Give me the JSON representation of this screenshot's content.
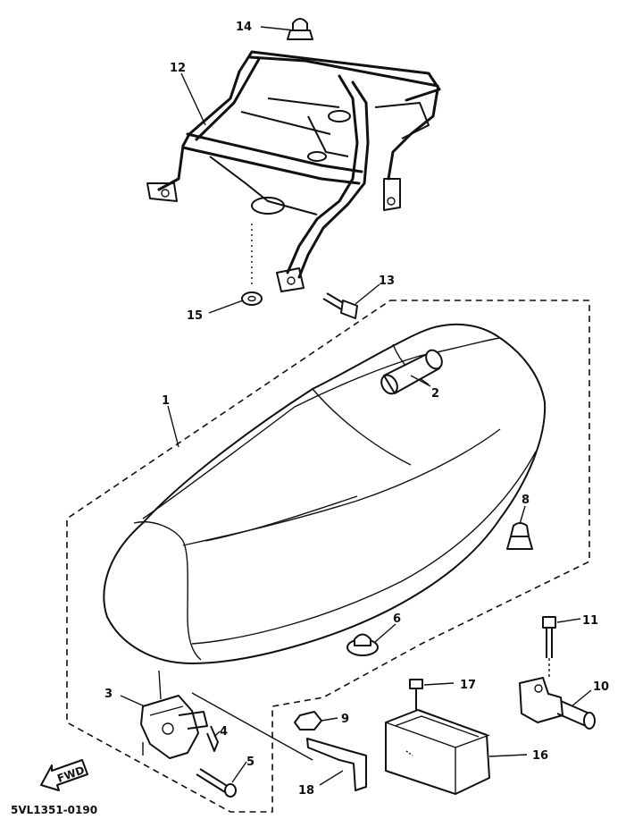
{
  "callouts": [
    {
      "id": "1",
      "part": "seat"
    },
    {
      "id": "2",
      "part": "tube"
    },
    {
      "id": "3",
      "part": "seat-lock-bracket"
    },
    {
      "id": "4",
      "part": "spring-clip"
    },
    {
      "id": "5",
      "part": "pin"
    },
    {
      "id": "6",
      "part": "damper"
    },
    {
      "id": "8",
      "part": "damper"
    },
    {
      "id": "9",
      "part": "nut"
    },
    {
      "id": "10",
      "part": "hinge"
    },
    {
      "id": "11",
      "part": "bolt"
    },
    {
      "id": "12",
      "part": "carrier"
    },
    {
      "id": "13",
      "part": "bolt"
    },
    {
      "id": "14",
      "part": "cap-nut"
    },
    {
      "id": "15",
      "part": "washer"
    },
    {
      "id": "16",
      "part": "tray"
    },
    {
      "id": "17",
      "part": "bolt"
    },
    {
      "id": "18",
      "part": "bracket"
    }
  ],
  "fwd_label": "FWD",
  "diagram_code": "5VL1351-0190"
}
